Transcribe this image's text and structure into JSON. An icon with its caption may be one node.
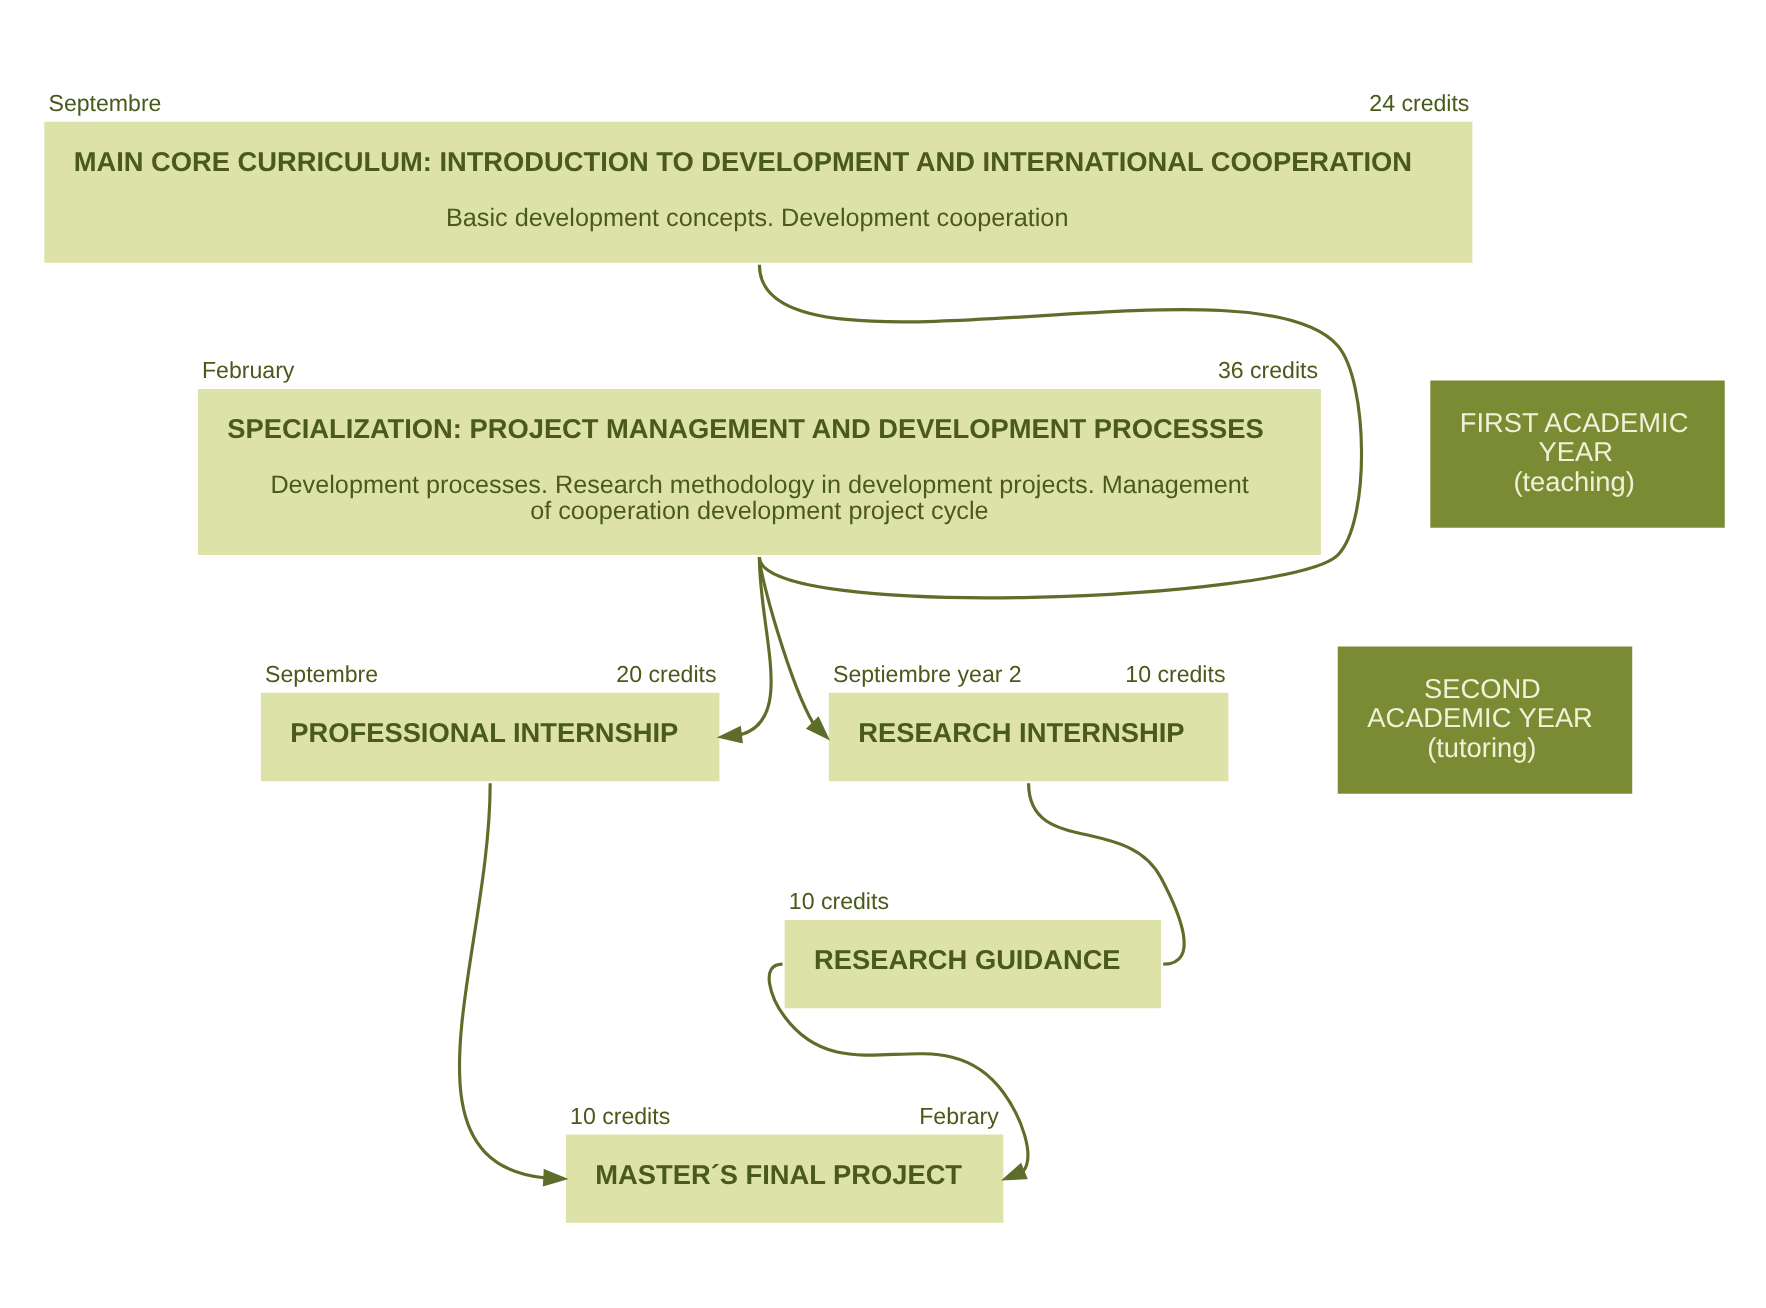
{
  "diagram": {
    "nodes": [
      {
        "text": [
          "MAIN CORE CURRICULUM: INTRODUCTION TO DEVELOPMENT AND INTERNATIONAL COOPERATION",
          "Basic development concepts. Development cooperation"
        ],
        "beside": [
          "Septembre",
          "24 credits"
        ]
      },
      {
        "text": [
          "SPECIALIZATION: PROJECT MANAGEMENT AND DEVELOPMENT PROCESSES",
          "Development processes. Research methodology in development projects. Management of cooperation development project cycle"
        ],
        "beside": [
          "February",
          "36 credits"
        ]
      },
      {
        "text": [
          "PROFESSIONAL INTERNSHIP"
        ],
        "beside": [
          "Septembre",
          "20 credits"
        ]
      },
      {
        "text": [
          "RESEARCH INTERNSHIP"
        ],
        "beside": [
          "Septiembre year 2",
          "10 credits"
        ]
      },
      {
        "text": [
          "RESEARCH GUIDANCE"
        ],
        "beside": [
          "10 credits"
        ]
      },
      {
        "text": [
          "MASTER´S FINAL PROJECT"
        ],
        "beside": [
          "10 credits",
          "Febrary"
        ]
      },
      {
        "text": [
          "FIRST ACADEMIC YEAR (teaching)"
        ]
      },
      {
        "text": [
          "SECOND ACADEMIC YEAR (tutoring)"
        ]
      }
    ],
    "edges": [
      {
        "from": 0,
        "to": 1,
        "arrow": "none"
      },
      {
        "from": 1,
        "to": 2,
        "arrow": "to"
      },
      {
        "from": 1,
        "to": 3,
        "arrow": "to"
      },
      {
        "from": 3,
        "to": 4,
        "arrow": "none"
      },
      {
        "from": 2,
        "to": 5,
        "arrow": "to"
      },
      {
        "from": 4,
        "to": 5,
        "arrow": "to"
      }
    ]
  }
}
